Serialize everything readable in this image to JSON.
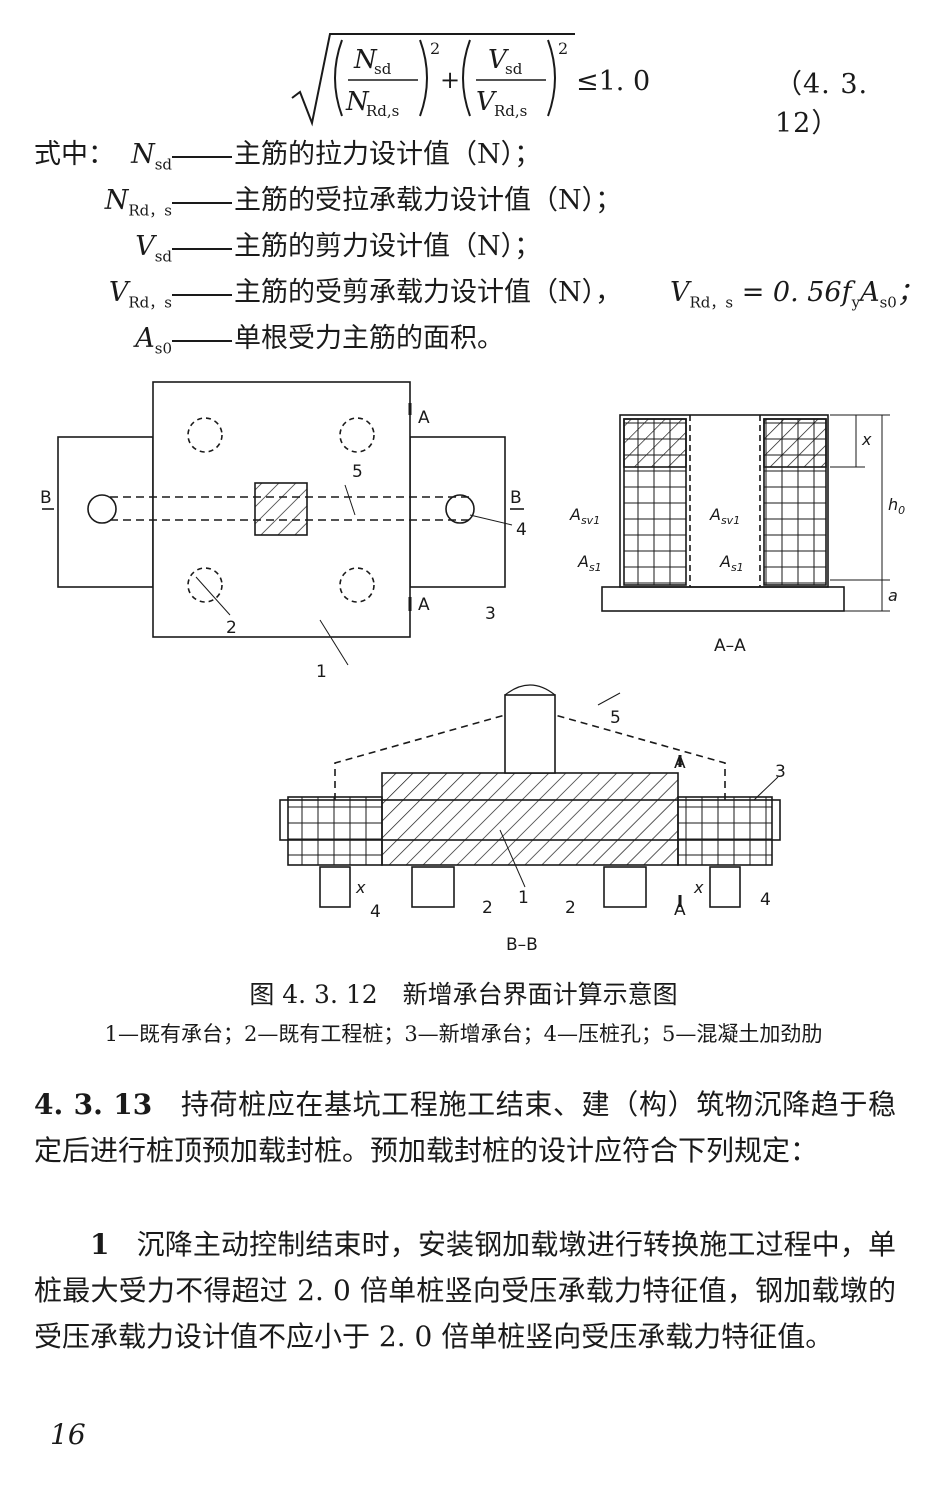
{
  "equation": {
    "num1": "N",
    "num1_sub": "sd",
    "den1": "N",
    "den1_sub": "Rd,s",
    "num2": "V",
    "num2_sub": "sd",
    "den2": "V",
    "den2_sub": "Rd,s",
    "exp": "2",
    "rhs": "≤1. 0",
    "number": "（4. 3. 12）"
  },
  "definitions": {
    "prefix": "式中：",
    "items": [
      {
        "sym": "N",
        "sub": "sd",
        "text": "主筋的拉力设计值（N）；"
      },
      {
        "sym": "N",
        "sub": "Rd，s",
        "text": "主筋的受拉承载力设计值（N）；"
      },
      {
        "sym": "V",
        "sub": "sd",
        "text": "主筋的剪力设计值（N）；"
      },
      {
        "sym": "V",
        "sub": "Rd，s",
        "text": "主筋的受剪承载力设计值（N），"
      },
      {
        "sym": "A",
        "sub": "s0",
        "text": "单根受力主筋的面积。"
      }
    ],
    "formula_tail": "V<sub>Rd，s</sub> = 0. 56f<sub>y</sub>A<sub>s0</sub>；"
  },
  "figure": {
    "labels": {
      "B": "B",
      "A_sec": "A",
      "n1": "1",
      "n2": "2",
      "n3": "3",
      "n4": "4",
      "n5": "5",
      "asv1": "A",
      "asv1_sub": "sv1",
      "as1": "A",
      "as1_sub": "s1",
      "x": "x",
      "h0": "h",
      "h0_sub": "0",
      "a": "a",
      "section_aa": "A–A",
      "section_bb": "B–B"
    },
    "caption": "图 4. 3. 12　新增承台界面计算示意图",
    "legend": "1—既有承台；2—既有工程桩；3—新增承台；4—压桩孔；5—混凝土加劲肋"
  },
  "clause": {
    "number": "4. 3. 13",
    "text": "持荷桩应在基坑工程施工结束、建（构）筑物沉降趋于稳定后进行桩顶预加载封桩。预加载封桩的设计应符合下列规定：",
    "item_no": "1",
    "item_text": "沉降主动控制结束时，安装钢加载墩进行转换施工过程中，单桩最大受力不得超过 2. 0 倍单桩竖向受压承载力特征值，钢加载墩的受压承载力设计值不应小于 2. 0 倍单桩竖向受压承载力特征值。"
  },
  "page_number": "16"
}
